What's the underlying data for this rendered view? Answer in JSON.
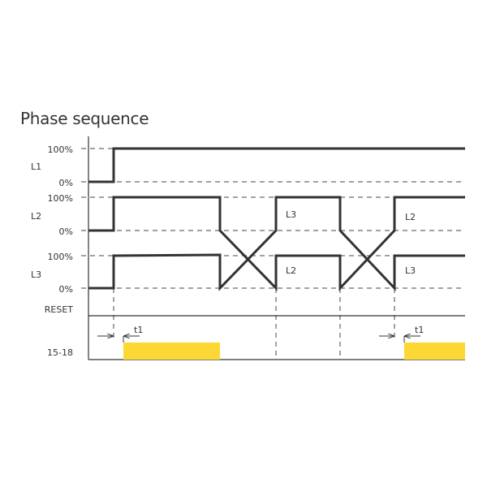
{
  "title": "Phase sequence",
  "rows": {
    "l1": {
      "label": "L1",
      "high": "100%",
      "low": "0%"
    },
    "l2": {
      "label": "L2",
      "high": "100%",
      "low": "0%"
    },
    "l3": {
      "label": "L3",
      "high": "100%",
      "low": "0%"
    },
    "reset": {
      "label": "RESET"
    },
    "output": {
      "label": "15-18"
    }
  },
  "annotations": {
    "swap1_upper": "L3",
    "swap1_lower": "L2",
    "swap2_upper": "L2",
    "swap2_lower": "L3",
    "delay1": "t1",
    "delay2": "t1"
  },
  "colors": {
    "output_active": "#FDD835",
    "line": "#333333"
  }
}
